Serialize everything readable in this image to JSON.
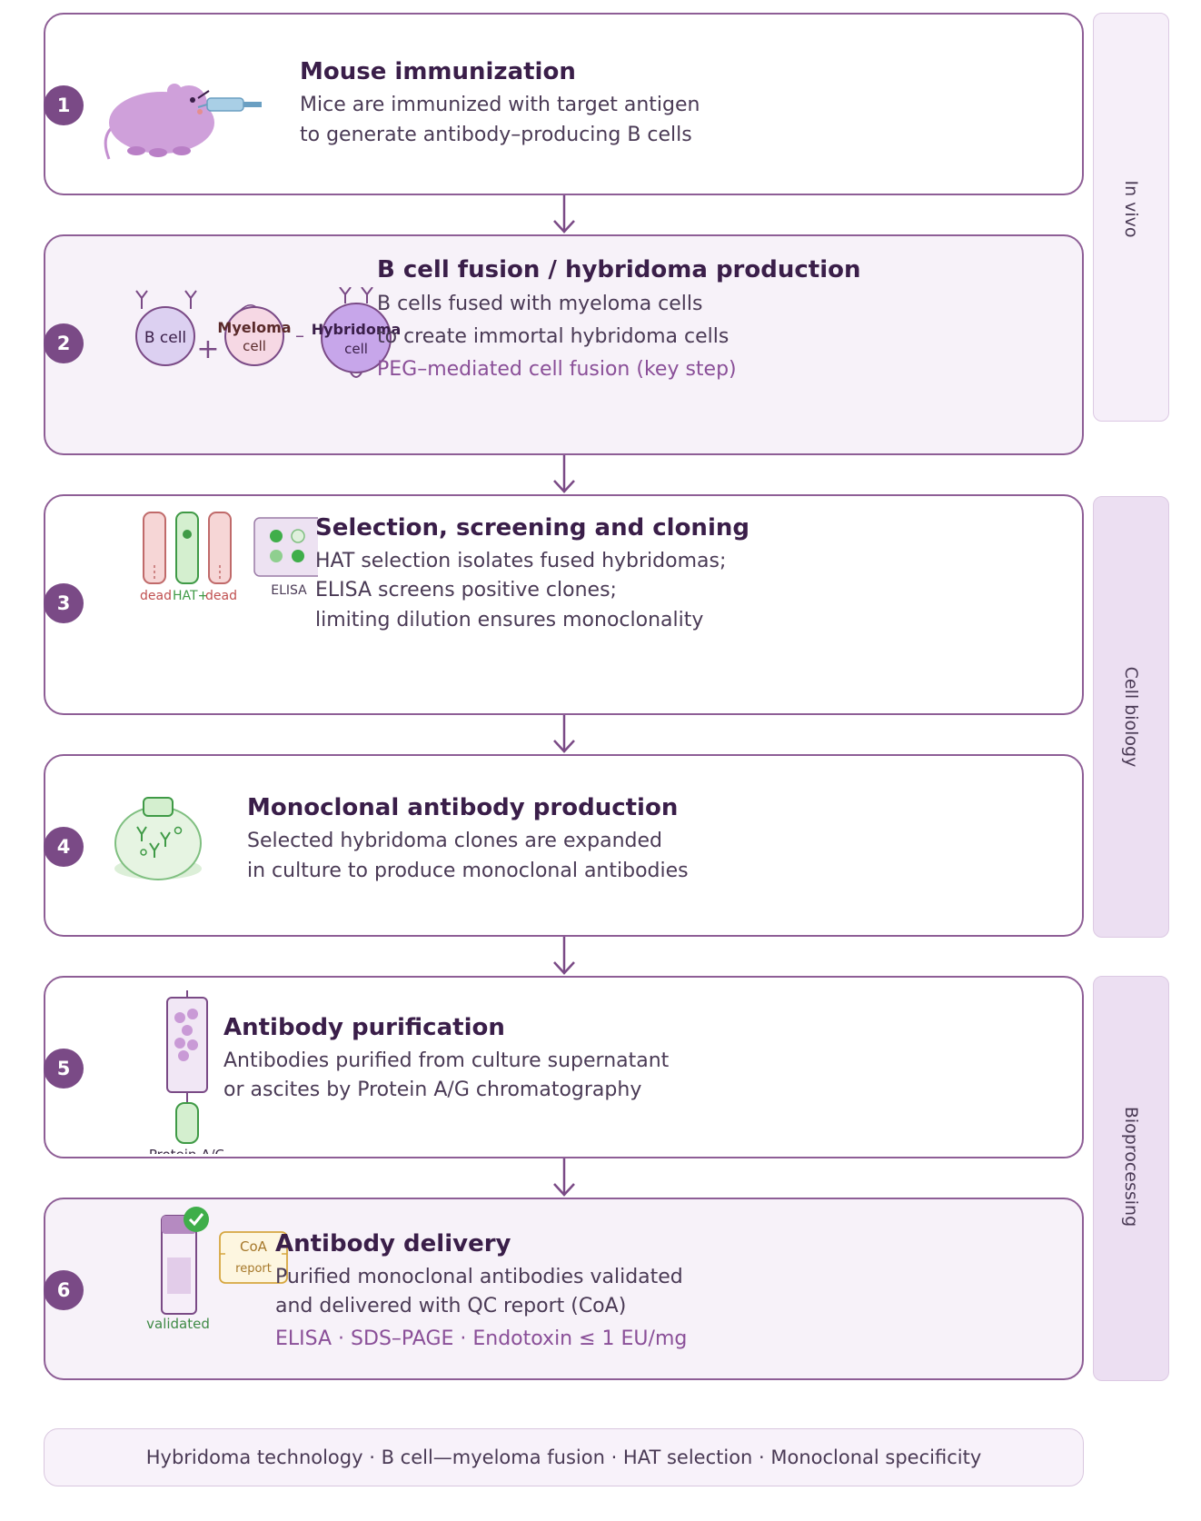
{
  "steps": [
    {
      "number": "1",
      "title": "Mouse immunization",
      "lines": [
        "Mice are immunized with target antigen",
        "to generate antibody–producing B cells"
      ]
    },
    {
      "number": "2",
      "title": "B cell fusion / hybridoma production",
      "lines": [
        "B cells fused with myeloma cells",
        "to create immortal hybridoma cells"
      ],
      "accent": "PEG–mediated cell fusion (key step)",
      "figure": {
        "b_cell": "B cell",
        "myeloma_1": "Myeloma",
        "myeloma_2": "cell",
        "hybridoma_1": "Hybridoma",
        "hybridoma_2": "cell",
        "plus": "+",
        "minus": "–"
      }
    },
    {
      "number": "3",
      "title": "Selection, screening and cloning",
      "lines": [
        "HAT selection isolates fused hybridomas;",
        "ELISA screens positive clones;",
        "limiting dilution ensures monoclonality"
      ],
      "figure": {
        "dead_left": "dead",
        "hat": "HAT+",
        "dead_right": "dead",
        "elisa": "ELISA"
      }
    },
    {
      "number": "4",
      "title": "Monoclonal antibody production",
      "lines": [
        "Selected hybridoma clones are expanded",
        "in culture to produce monoclonal antibodies"
      ]
    },
    {
      "number": "5",
      "title": "Antibody purification",
      "lines": [
        "Antibodies purified from culture supernatant",
        "or ascites by Protein A/G chromatography"
      ],
      "figure": {
        "column_label": "Protein A/G"
      }
    },
    {
      "number": "6",
      "title": "Antibody delivery",
      "lines": [
        "Purified monoclonal antibodies validated",
        "and delivered with QC report (CoA)"
      ],
      "accent": "ELISA · SDS–PAGE · Endotoxin ≤ 1 EU/mg",
      "figure": {
        "validated": "validated",
        "coa": "CoA",
        "report": "report"
      }
    }
  ],
  "sidebar": [
    {
      "label": "In vivo"
    },
    {
      "label": "Cell biology"
    },
    {
      "label": "Bioprocessing"
    }
  ],
  "footer": {
    "text": "Hybridoma technology · B cell—myeloma fusion · HAT selection · Monoclonal specificity"
  },
  "colors": {
    "primary": "#7a4a86",
    "border": "#8e5e96",
    "accent_text": "#8a4f98",
    "green": "#3fae4a",
    "lilac": "#c99ad6"
  }
}
